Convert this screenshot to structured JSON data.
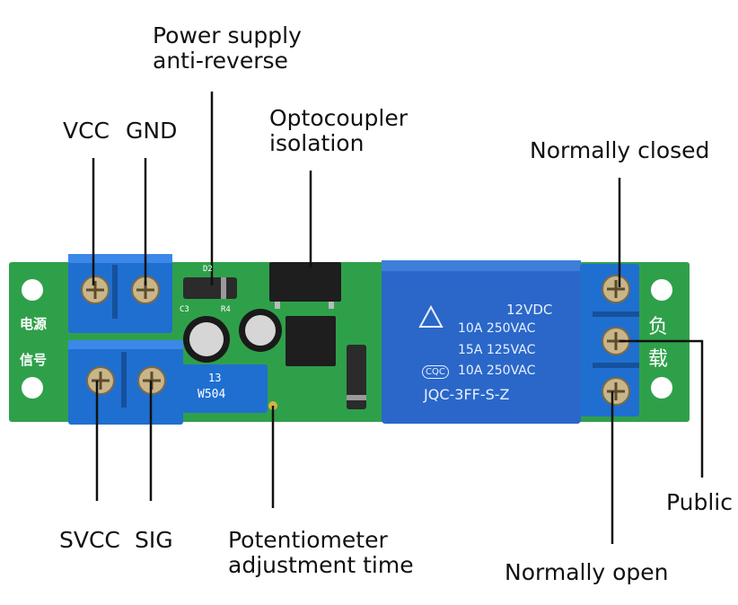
{
  "labels": {
    "power_supply": [
      "Power supply",
      "anti-reverse"
    ],
    "vcc": "VCC",
    "gnd": "GND",
    "optocoupler": [
      "Optocoupler",
      "isolation"
    ],
    "normally_closed": "Normally closed",
    "public": "Public",
    "svcc": "SVCC",
    "sig": "SIG",
    "potentiometer": [
      "Potentiometer",
      "adjustment time"
    ],
    "normally_open": "Normally open"
  },
  "board_text": {
    "power_cn": "电源",
    "signal_cn": "信号",
    "load_cn": [
      "负",
      "载"
    ],
    "relay": [
      "12VDC",
      "10A 250VAC",
      "15A 125VAC",
      "10A 250VAC",
      "JQC-3FF-S-Z"
    ],
    "cqc": "CQC",
    "pot": "W504",
    "pot_num": "13",
    "d2": "D2",
    "c3": "C3",
    "r4": "R4"
  },
  "colors": {
    "pcb": "#2fa04a",
    "terminal": "#1f6fd1",
    "relay": "#2a67c9",
    "leader": "#111111"
  }
}
